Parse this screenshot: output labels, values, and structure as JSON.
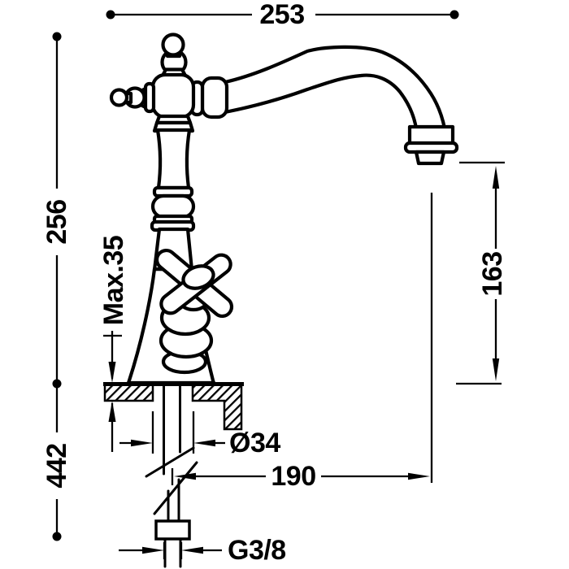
{
  "drawing": {
    "kind": "faucet technical dimension drawing",
    "colors": {
      "line": "#000000",
      "background": "#ffffff"
    },
    "dimensions": {
      "top_width": "253",
      "upper_height": "256",
      "lower_height": "442",
      "deck_thickness": "Max.35",
      "spout_outlet_height": "163",
      "hole_diameter": "Ø34",
      "spout_reach": "190",
      "supply_thread": "G3/8"
    }
  }
}
